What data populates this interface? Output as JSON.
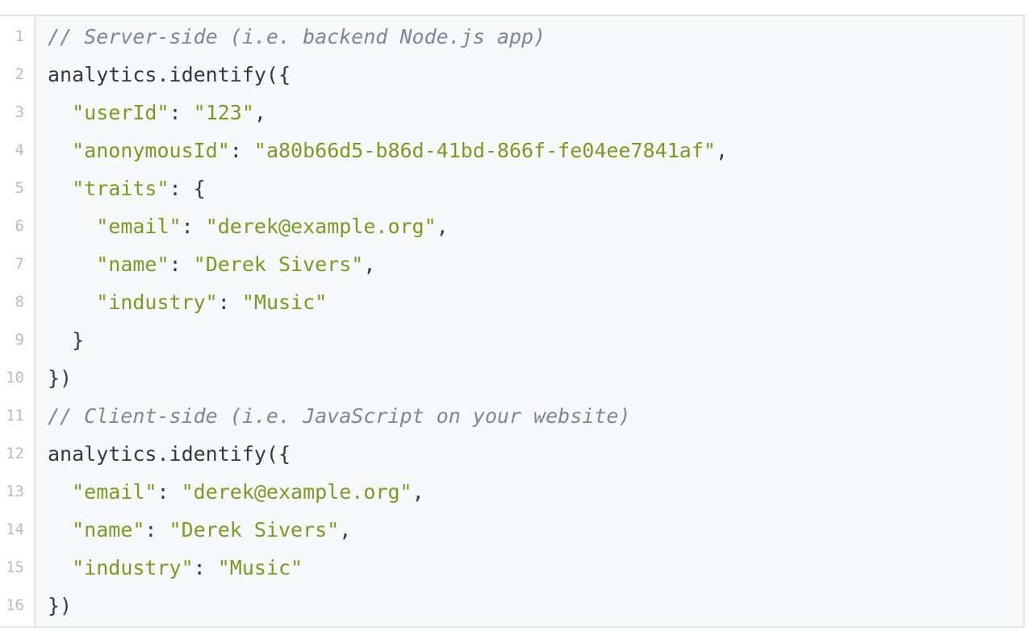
{
  "code_block": {
    "language": "javascript",
    "lines": [
      {
        "number": "1",
        "tokens": [
          {
            "type": "comment",
            "text": "// Server-side (i.e. backend Node.js app)"
          }
        ]
      },
      {
        "number": "2",
        "tokens": [
          {
            "type": "plain",
            "text": "analytics.identify({"
          }
        ]
      },
      {
        "number": "3",
        "tokens": [
          {
            "type": "plain",
            "text": "  "
          },
          {
            "type": "string",
            "text": "\"userId\""
          },
          {
            "type": "plain",
            "text": ": "
          },
          {
            "type": "string",
            "text": "\"123\""
          },
          {
            "type": "plain",
            "text": ","
          }
        ]
      },
      {
        "number": "4",
        "tokens": [
          {
            "type": "plain",
            "text": "  "
          },
          {
            "type": "string",
            "text": "\"anonymousId\""
          },
          {
            "type": "plain",
            "text": ": "
          },
          {
            "type": "string",
            "text": "\"a80b66d5-b86d-41bd-866f-fe04ee7841af\""
          },
          {
            "type": "plain",
            "text": ","
          }
        ]
      },
      {
        "number": "5",
        "tokens": [
          {
            "type": "plain",
            "text": "  "
          },
          {
            "type": "string",
            "text": "\"traits\""
          },
          {
            "type": "plain",
            "text": ": {"
          }
        ]
      },
      {
        "number": "6",
        "tokens": [
          {
            "type": "plain",
            "text": "    "
          },
          {
            "type": "string",
            "text": "\"email\""
          },
          {
            "type": "plain",
            "text": ": "
          },
          {
            "type": "string",
            "text": "\"derek@example.org\""
          },
          {
            "type": "plain",
            "text": ","
          }
        ]
      },
      {
        "number": "7",
        "tokens": [
          {
            "type": "plain",
            "text": "    "
          },
          {
            "type": "string",
            "text": "\"name\""
          },
          {
            "type": "plain",
            "text": ": "
          },
          {
            "type": "string",
            "text": "\"Derek Sivers\""
          },
          {
            "type": "plain",
            "text": ","
          }
        ]
      },
      {
        "number": "8",
        "tokens": [
          {
            "type": "plain",
            "text": "    "
          },
          {
            "type": "string",
            "text": "\"industry\""
          },
          {
            "type": "plain",
            "text": ": "
          },
          {
            "type": "string",
            "text": "\"Music\""
          }
        ]
      },
      {
        "number": "9",
        "tokens": [
          {
            "type": "plain",
            "text": "  }"
          }
        ]
      },
      {
        "number": "10",
        "tokens": [
          {
            "type": "plain",
            "text": "})"
          }
        ]
      },
      {
        "number": "11",
        "tokens": [
          {
            "type": "comment",
            "text": "// Client-side (i.e. JavaScript on your website)"
          }
        ]
      },
      {
        "number": "12",
        "tokens": [
          {
            "type": "plain",
            "text": "analytics.identify({"
          }
        ]
      },
      {
        "number": "13",
        "tokens": [
          {
            "type": "plain",
            "text": "  "
          },
          {
            "type": "string",
            "text": "\"email\""
          },
          {
            "type": "plain",
            "text": ": "
          },
          {
            "type": "string",
            "text": "\"derek@example.org\""
          },
          {
            "type": "plain",
            "text": ","
          }
        ]
      },
      {
        "number": "14",
        "tokens": [
          {
            "type": "plain",
            "text": "  "
          },
          {
            "type": "string",
            "text": "\"name\""
          },
          {
            "type": "plain",
            "text": ": "
          },
          {
            "type": "string",
            "text": "\"Derek Sivers\""
          },
          {
            "type": "plain",
            "text": ","
          }
        ]
      },
      {
        "number": "15",
        "tokens": [
          {
            "type": "plain",
            "text": "  "
          },
          {
            "type": "string",
            "text": "\"industry\""
          },
          {
            "type": "plain",
            "text": ": "
          },
          {
            "type": "string",
            "text": "\"Music\""
          }
        ]
      },
      {
        "number": "16",
        "tokens": [
          {
            "type": "plain",
            "text": "})"
          }
        ]
      }
    ]
  },
  "colors": {
    "page_background": "#ffffff",
    "code_background": "#f6f8fa",
    "gutter_background": "#ffffff",
    "border": "#e4e7ea",
    "gutter_border": "#e0e3e7",
    "line_number": "#b6bdc6",
    "code_default": "#2f3a46",
    "comment": "#7d8897",
    "string": "#7a9a27"
  }
}
